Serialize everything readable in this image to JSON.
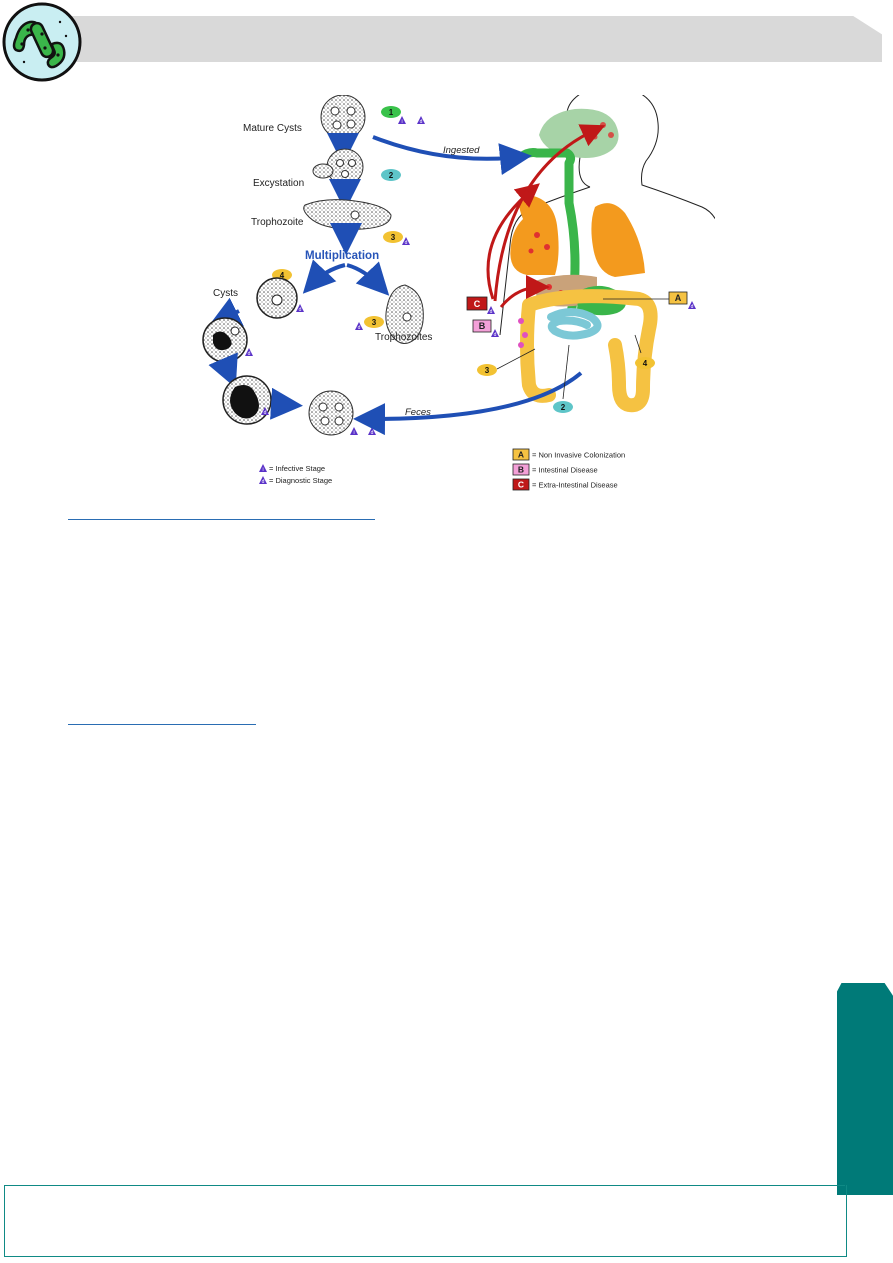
{
  "diagram": {
    "labels": {
      "mature_cysts": "Mature Cysts",
      "excystation": "Excystation",
      "trophozoite": "Trophozoite",
      "multiplication": "Multiplication",
      "cysts": "Cysts",
      "trophozoites": "Trophozoites",
      "ingested": "Ingested",
      "feces": "Feces"
    },
    "stage_numbers": [
      "1",
      "2",
      "3",
      "4",
      "3",
      "4",
      "2",
      "3"
    ],
    "stage_letters": {
      "infective": "i",
      "diagnostic": "d"
    },
    "site_letters": [
      "A",
      "B",
      "C"
    ],
    "legend_left": [
      {
        "symbol": "i",
        "text": "= Infective Stage"
      },
      {
        "symbol": "d",
        "text": "= Diagnostic Stage"
      }
    ],
    "legend_right": [
      {
        "letter": "A",
        "text": "= Non Invasive Colonization",
        "color": "#f5c242"
      },
      {
        "letter": "B",
        "text": "= Intestinal Disease",
        "color": "#f3a0d8"
      },
      {
        "letter": "C",
        "text": "= Extra-Intestinal Disease",
        "color": "#c01818"
      }
    ]
  },
  "colors": {
    "header": "#d9d9d9",
    "accent_teal": "#007a78",
    "arrow_blue": "#1f4fb5",
    "multiplication_blue": "#2754b8",
    "badge_green": "#39c24a",
    "badge_teal": "#5ec5c8",
    "badge_yellow": "#f2c232",
    "triangle_purple": "#5a32c8"
  }
}
